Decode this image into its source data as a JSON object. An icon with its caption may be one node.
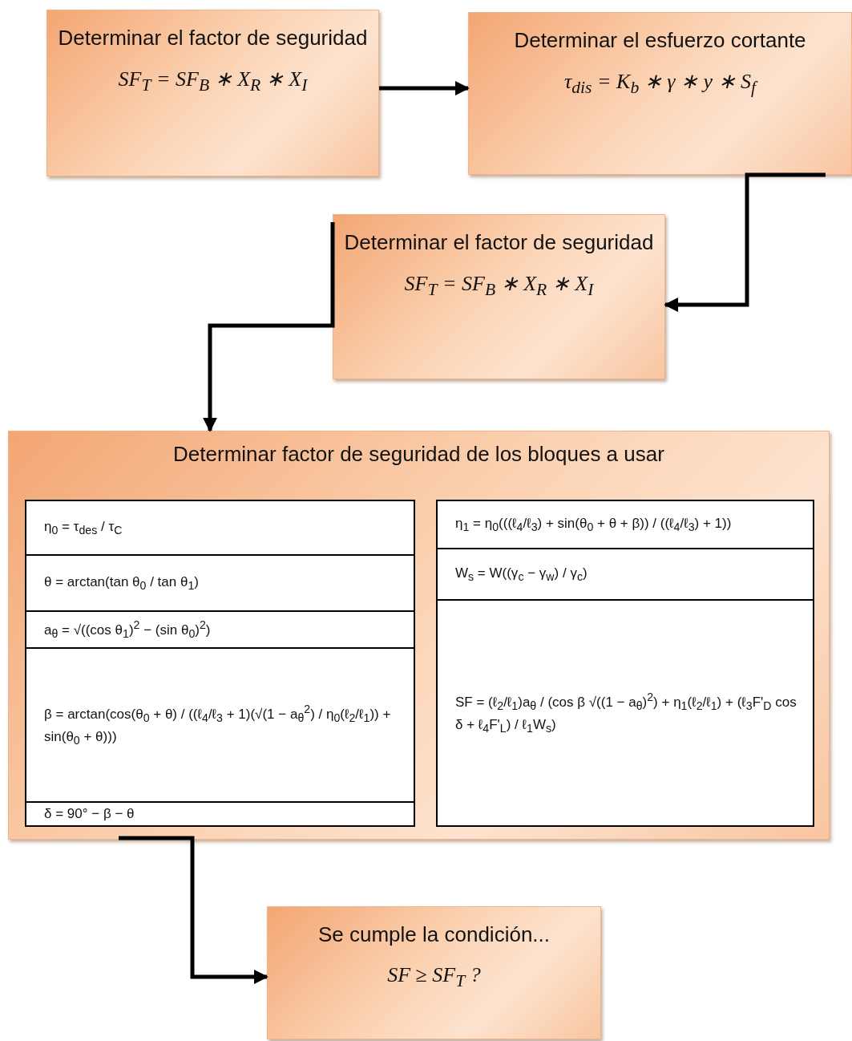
{
  "diagram": {
    "nodes": [
      {
        "text": [
          "Determinar el factor de seguridad",
          "SF$_{T}$ = SF$_{B}$ ∗ X$_{R}$ ∗ X$_{I}$"
        ]
      },
      {
        "text": [
          "Determinar el esfuerzo cortante",
          "τ$_{dis}$ = K$_{b}$ ∗ γ ∗ y ∗ S$_{f}$"
        ]
      },
      {
        "text": [
          "Determinar el factor de seguridad",
          "SF$_{T}$ = SF$_{B}$ ∗ X$_{R}$ ∗ X$_{I}$"
        ]
      },
      {
        "text": [
          "Determinar factor de seguridad de los bloques a usar"
        ]
      },
      {
        "text": [
          "η$_{0}$ = τ$_{des}$ / τ$_{C}$"
        ],
        "in": 3
      },
      {
        "text": [
          "θ = arctan(tan θ$_{0}$ / tan θ$_{1}$)"
        ],
        "in": 3
      },
      {
        "text": [
          "a$_{θ}$ = √((cos θ$_{1}$)$^{2}$ − (sin θ$_{0}$)$^{2}$)"
        ],
        "in": 3
      },
      {
        "text": [
          "β = arctan(cos(θ$_{0}$ + θ) / ((ℓ$_{4}$/ℓ$_{3}$ + 1)(√(1 − a$_{θ}$$^{2}$) / η$_{0}$(ℓ$_{2}$/ℓ$_{1}$)) + sin(θ$_{0}$ + θ)))"
        ],
        "in": 3
      },
      {
        "text": [
          "δ = 90° − β − θ"
        ],
        "in": 3
      },
      {
        "text": [
          "η$_{1}$ = η$_{0}$(((ℓ$_{4}$/ℓ$_{3}$) + sin(θ$_{0}$ + θ + β)) / ((ℓ$_{4}$/ℓ$_{3}$) + 1))"
        ],
        "in": 3
      },
      {
        "text": [
          "W$_{s}$ = W((γ$_{c}$ − γ$_{w}$) / γ$_{c}$)"
        ],
        "in": 3
      },
      {
        "text": [
          "SF = (ℓ$_{2}$/ℓ$_{1}$)a$_{θ}$ / (cos β √((1 − a$_{θ}$)$^{2}$) + η$_{1}$(ℓ$_{2}$/ℓ$_{1}$) + (ℓ$_{3}$F'$_{D}$ cos δ + ℓ$_{4}$F'$_{L}$) / ℓ$_{1}$W$_{s}$)"
        ],
        "in": 3
      },
      {
        "text": [
          "Se cumple la condición...",
          "SF ≥ SF$_{T}$ ?"
        ]
      }
    ],
    "edges": [
      {
        "from": 0,
        "to": 1,
        "arrow": "to"
      },
      {
        "from": 1,
        "to": 2,
        "arrow": "to"
      },
      {
        "from": 2,
        "to": 3,
        "arrow": "to"
      },
      {
        "from": 3,
        "to": 12,
        "arrow": "to"
      }
    ]
  }
}
